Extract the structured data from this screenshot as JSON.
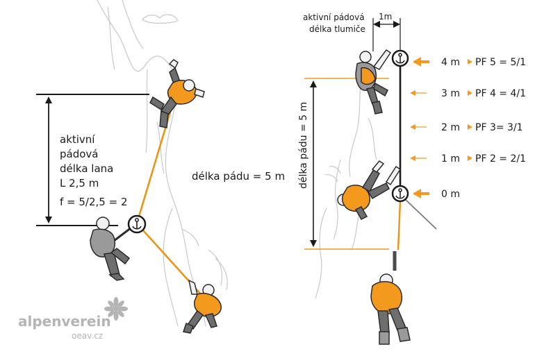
{
  "left": {
    "active_fall_length_rope": [
      "aktivní",
      "pádová",
      "délka lana",
      "L 2,5 m"
    ],
    "formula": "f = 5/2,5 = 2",
    "fall_length": "délka pádu = 5 m"
  },
  "right": {
    "absorber_label": [
      "aktivní pádová",
      "délka tlumiče"
    ],
    "absorber_width": "1m",
    "fall_length_vertical": "délka pádu = 5 m",
    "levels": [
      {
        "height": "4 m",
        "pf": "PF 5 = 5/1"
      },
      {
        "height": "3 m",
        "pf": "PF 4 = 4/1"
      },
      {
        "height": "2 m",
        "pf": "PF 3= 3/1"
      },
      {
        "height": "1 m",
        "pf": "PF 2 = 2/1"
      },
      {
        "height": "0 m",
        "pf": ""
      }
    ]
  },
  "logo": {
    "name": "alpenverein",
    "site": "oeav.cz"
  },
  "colors": {
    "accent": "#f39a1e",
    "dark": "#1a1a1a",
    "rock": "#c8c8c8",
    "logo": "#b4b4b4"
  }
}
